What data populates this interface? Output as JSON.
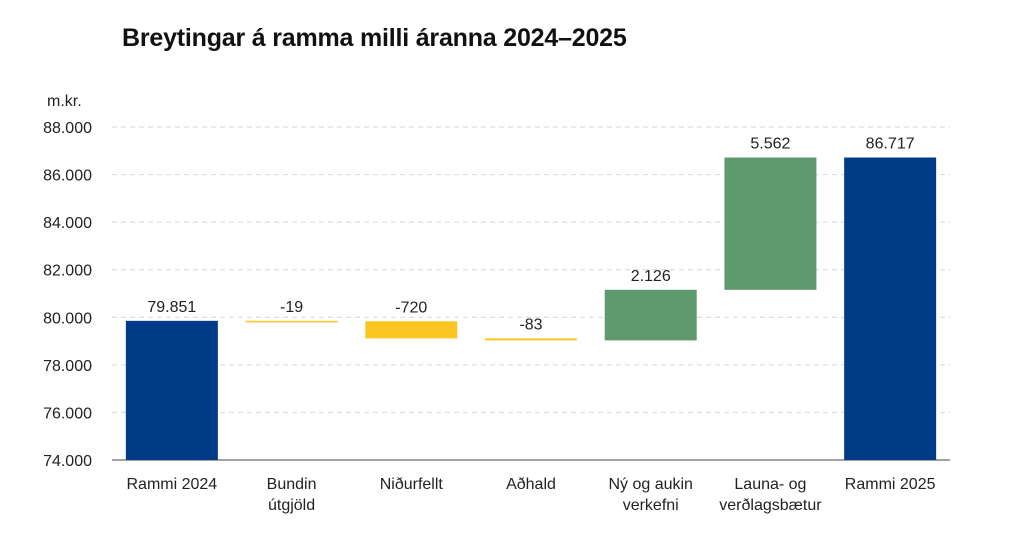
{
  "chart_data": {
    "type": "bar",
    "subtype": "waterfall",
    "title": "Breytingar á ramma milli áranna 2024–2025",
    "ylabel": "m.kr.",
    "ylim": [
      74000,
      88000
    ],
    "yticks": [
      74000,
      76000,
      78000,
      80000,
      82000,
      84000,
      86000,
      88000
    ],
    "ytick_labels": [
      "74.000",
      "76.000",
      "78.000",
      "80.000",
      "82.000",
      "84.000",
      "86.000",
      "88.000"
    ],
    "grid": true,
    "legend": "none",
    "categories": [
      [
        "Rammi 2024"
      ],
      [
        "Bundin",
        "útgjöld"
      ],
      [
        "Niðurfellt"
      ],
      [
        "Aðhald"
      ],
      [
        "Ný og aukin",
        "verkefni"
      ],
      [
        "Launa- og",
        "verðlagsbætur"
      ],
      [
        "Rammi 2025"
      ]
    ],
    "values": [
      79851,
      -19,
      -720,
      -83,
      2126,
      5562,
      86717
    ],
    "value_labels": [
      "79.851",
      "-19",
      "-720",
      "-83",
      "2.126",
      "5.562",
      "86.717"
    ],
    "kinds": [
      "total",
      "delta",
      "delta",
      "delta",
      "delta",
      "delta",
      "total"
    ],
    "colors": {
      "total": "#003b87",
      "decrease": "#fcc521",
      "increase": "#5e9a6d",
      "grid": "#d6d6d6",
      "axis": "#444444"
    }
  }
}
